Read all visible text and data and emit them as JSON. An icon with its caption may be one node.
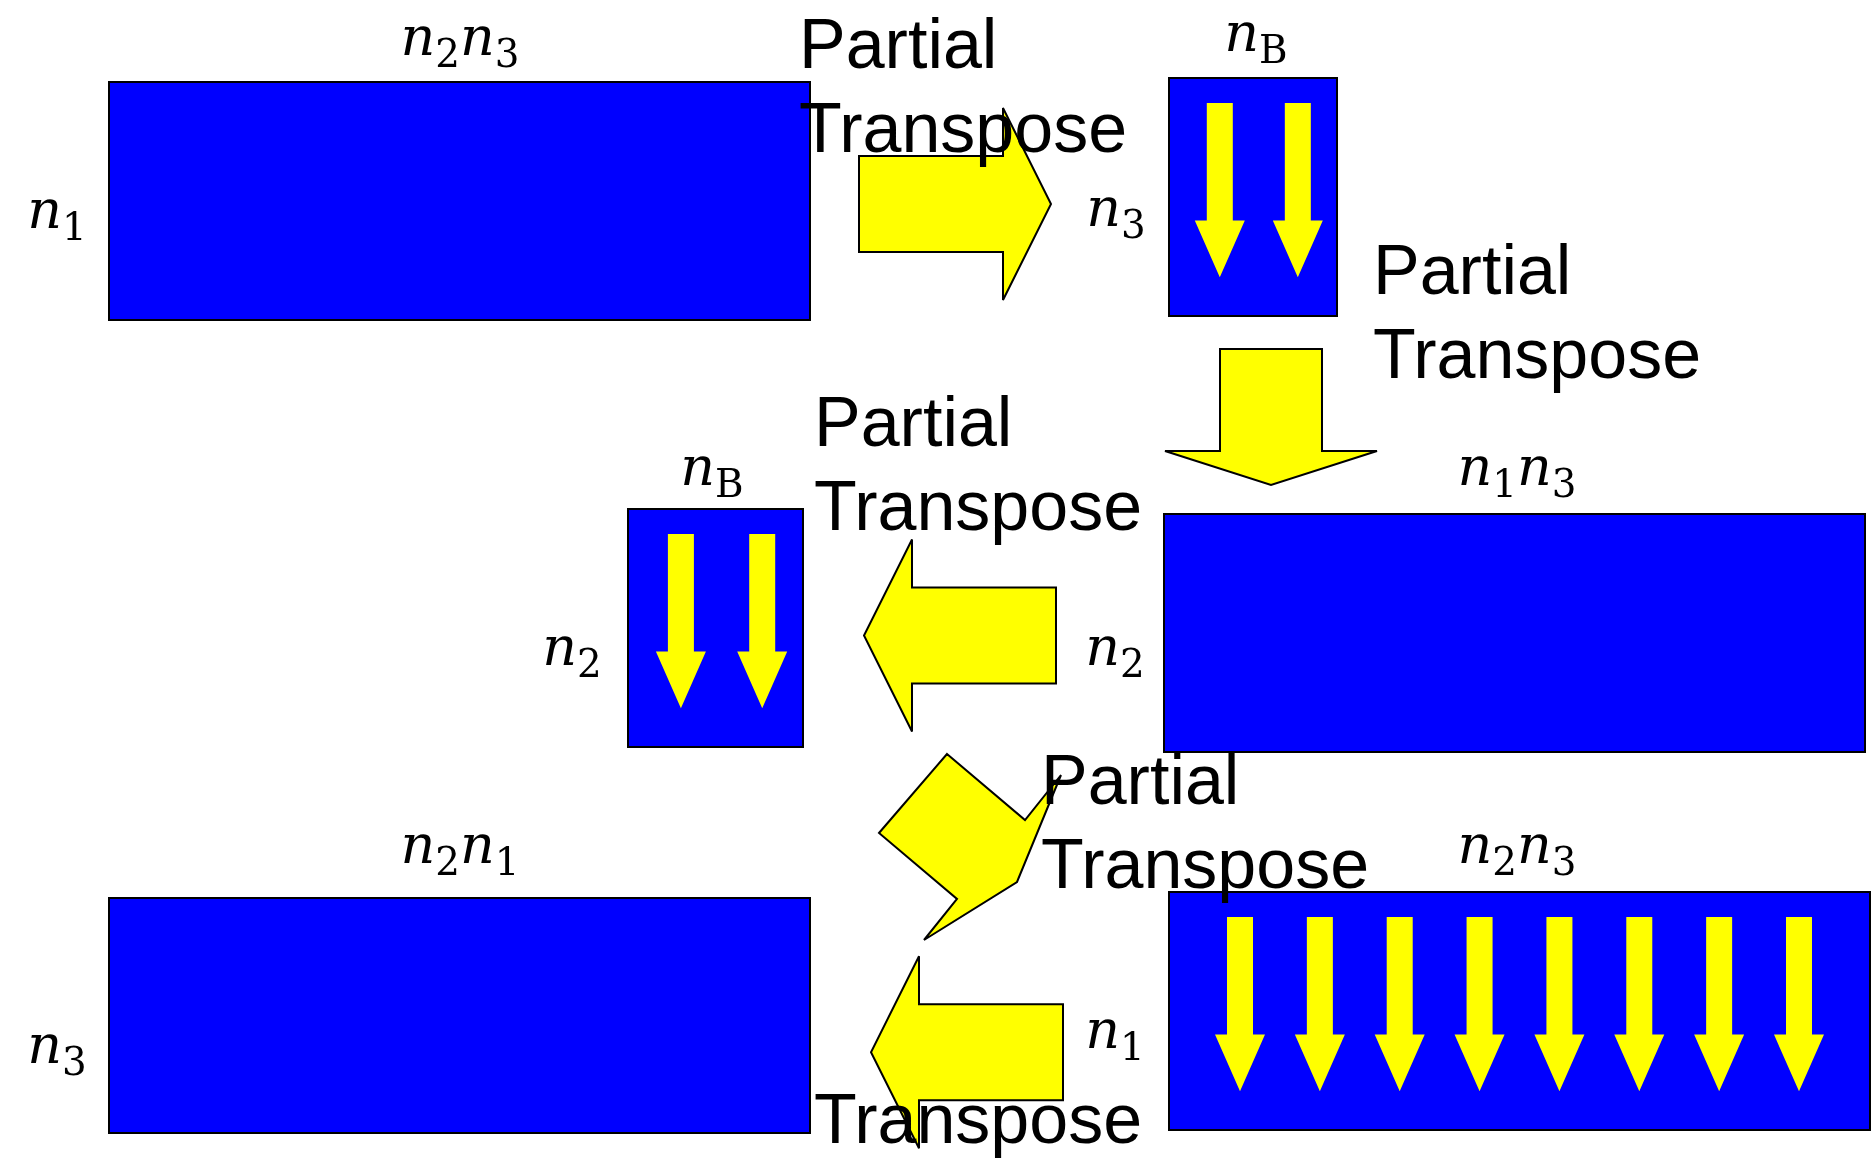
{
  "diagram": {
    "nodes": [
      {
        "text": [],
        "shape": "box",
        "beside": [
          "*n*$_{2}$*n*$_{3}$",
          "*n*$_{1}$"
        ]
      },
      {
        "text": [],
        "shape": "box",
        "beside": [
          "*n*$_{B}$",
          "*n*$_{3}$"
        ]
      },
      {
        "text": [],
        "shape": "box",
        "beside": [
          "*n*$_{B}$",
          "*n*$_{2}$"
        ]
      },
      {
        "text": [],
        "shape": "box",
        "beside": [
          "*n*$_{1}$*n*$_{3}$",
          "*n*$_{2}$"
        ]
      },
      {
        "text": [],
        "shape": "box",
        "beside": [
          "*n*$_{2}$*n*$_{1}$",
          "*n*$_{3}$"
        ]
      },
      {
        "text": [],
        "shape": "box",
        "beside": [
          "*n*$_{2}$*n*$_{3}$",
          "*n*$_{1}$"
        ]
      }
    ],
    "edges": [
      {
        "from": 0,
        "to": 1,
        "arrow": "to",
        "label": "Partial Transpose"
      },
      {
        "from": 1,
        "to": 3,
        "arrow": "to",
        "label": "Partial Transpose"
      },
      {
        "from": 3,
        "to": 2,
        "arrow": "to",
        "label": "Partial Transpose"
      },
      {
        "from": 2,
        "to": 5,
        "arrow": "to",
        "label": "Partial Transpose"
      },
      {
        "from": 5,
        "to": 4,
        "arrow": "to",
        "label": "Transpose"
      }
    ]
  }
}
